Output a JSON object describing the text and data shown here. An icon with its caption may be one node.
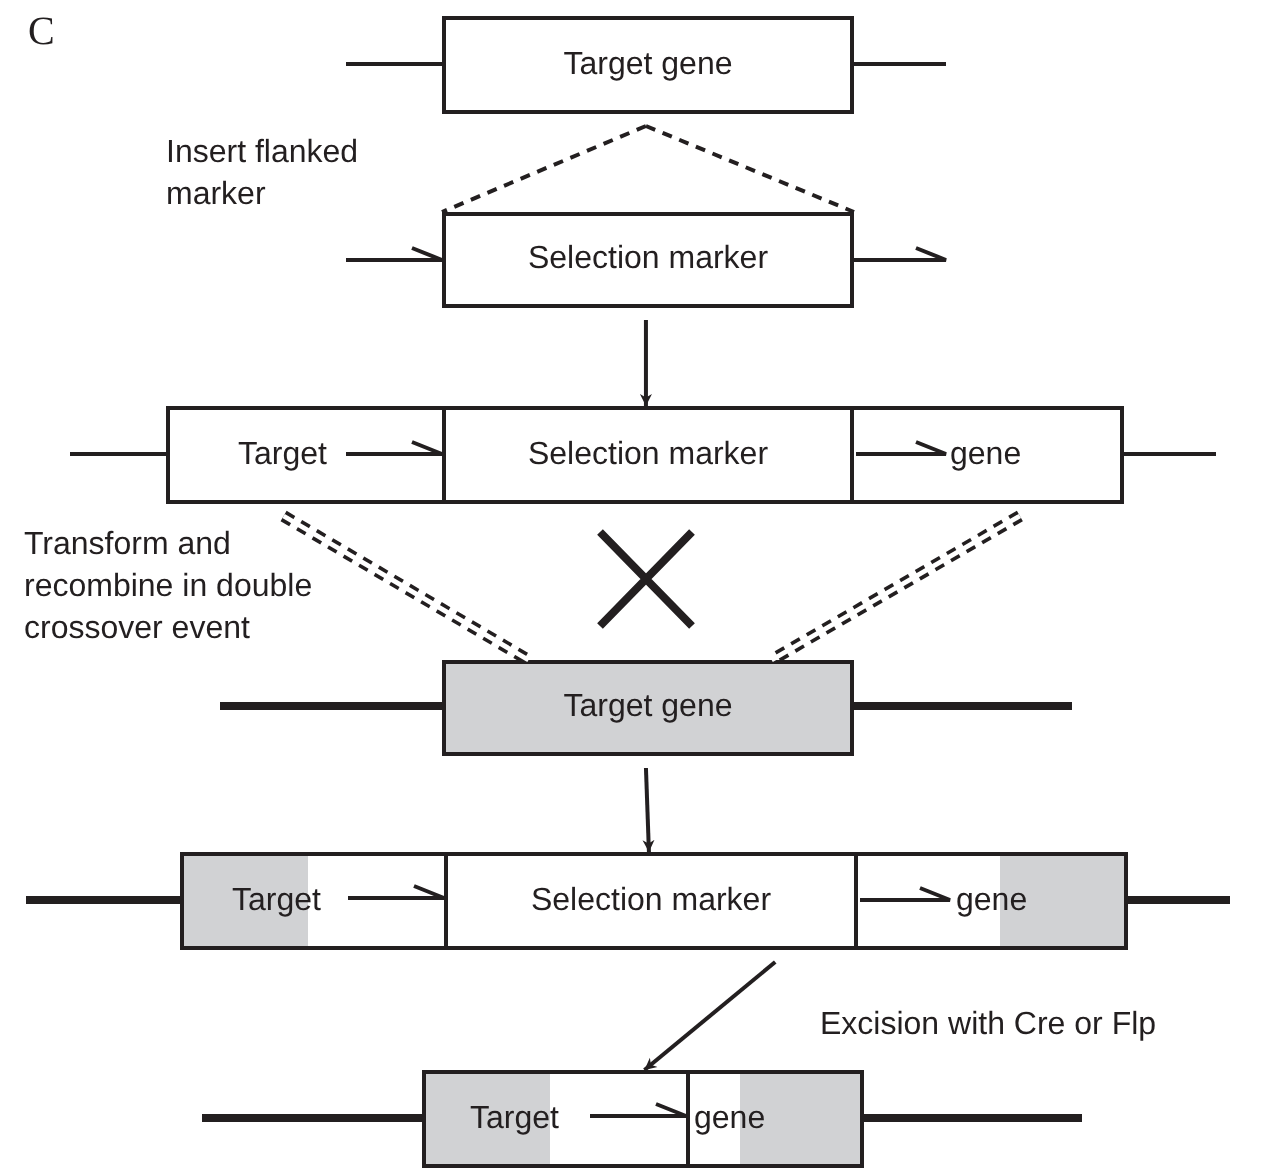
{
  "diagram": {
    "nodes": [
      {
        "text": [
          "Target gene"
        ]
      },
      {
        "text": [
          "Selection marker"
        ]
      },
      {
        "text": [
          "Target"
        ]
      },
      {
        "text": [
          "Selection marker"
        ]
      },
      {
        "text": [
          "gene"
        ]
      },
      {
        "text": [
          "Target gene"
        ]
      },
      {
        "text": [
          "Target"
        ]
      },
      {
        "text": [
          "Selection marker"
        ]
      },
      {
        "text": [
          "gene"
        ]
      },
      {
        "text": [
          "Target"
        ]
      },
      {
        "text": [
          "gene"
        ]
      }
    ],
    "edges": [
      {
        "from": 0,
        "to": 1,
        "arrow": "none",
        "style": "dashed"
      },
      {
        "from": 0,
        "to": 1,
        "arrow": "none",
        "style": "dashed"
      },
      {
        "from": 1,
        "to": 3,
        "arrow": "to"
      },
      {
        "from": 2,
        "to": 5,
        "arrow": "none",
        "style": "dashed"
      },
      {
        "from": 4,
        "to": 5,
        "arrow": "none",
        "style": "dashed"
      },
      {
        "from": 5,
        "to": 7,
        "arrow": "to"
      },
      {
        "from": 7,
        "to": 9,
        "arrow": "to"
      }
    ],
    "labels": [
      "C",
      "Insert flanked marker",
      "Transform and recombine in double crossover event",
      "Excision with Cre or Flp"
    ]
  }
}
